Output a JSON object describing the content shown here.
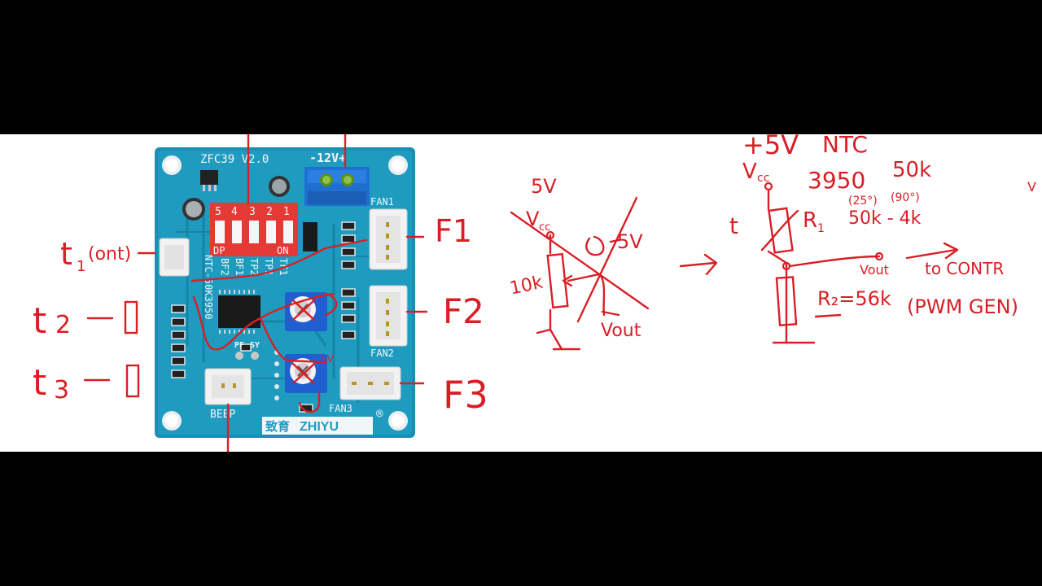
{
  "board": {
    "model": "ZFC39 V2.0",
    "power": "-12V+",
    "dip_label": "DP",
    "dip_on": "ON",
    "dip_numbers": [
      "5",
      "4",
      "3",
      "2",
      "1"
    ],
    "sensor_label": "NTC-50K3950",
    "mode_labels": [
      "TF1",
      "TP1",
      "TP2",
      "BF1",
      "BF2"
    ],
    "fan1": "FAN1",
    "fan2": "FAN2",
    "fan3": "FAN3",
    "beep": "BEEP",
    "pf": "PF",
    "sy": "SY",
    "brand_cn": "致育",
    "brand": "ZHIYU",
    "reg": "®"
  },
  "annotations": {
    "t1": "t",
    "t1_sub": "1",
    "t1_note": "(ont)",
    "t2": "t",
    "t2_sub": "2",
    "t3": "t",
    "t3_sub": "3",
    "f1": "F1",
    "f2": "F2",
    "f3": "F3",
    "pot_5v": "5V"
  },
  "circuit1": {
    "supply": "5V",
    "vcc": "V",
    "vcc_sub": "cc",
    "resistor": "10k",
    "right_5v": "5V",
    "vout": "Vout"
  },
  "circuit2": {
    "supply": "+5V",
    "top_right": "NTC",
    "vcc": "V",
    "vcc_sub": "cc",
    "beta": "3950",
    "r_nominal": "50k",
    "temp1": "(25°)",
    "temp2": "(90°)",
    "r_range": "50k - 4k",
    "t_label": "t",
    "r1": "R",
    "r1_sub": "1",
    "r2": "R₂=56k",
    "vout": "Vout",
    "to_ctrl": "to CONTR",
    "pwm": "(PWM GEN)",
    "edge": "V"
  }
}
